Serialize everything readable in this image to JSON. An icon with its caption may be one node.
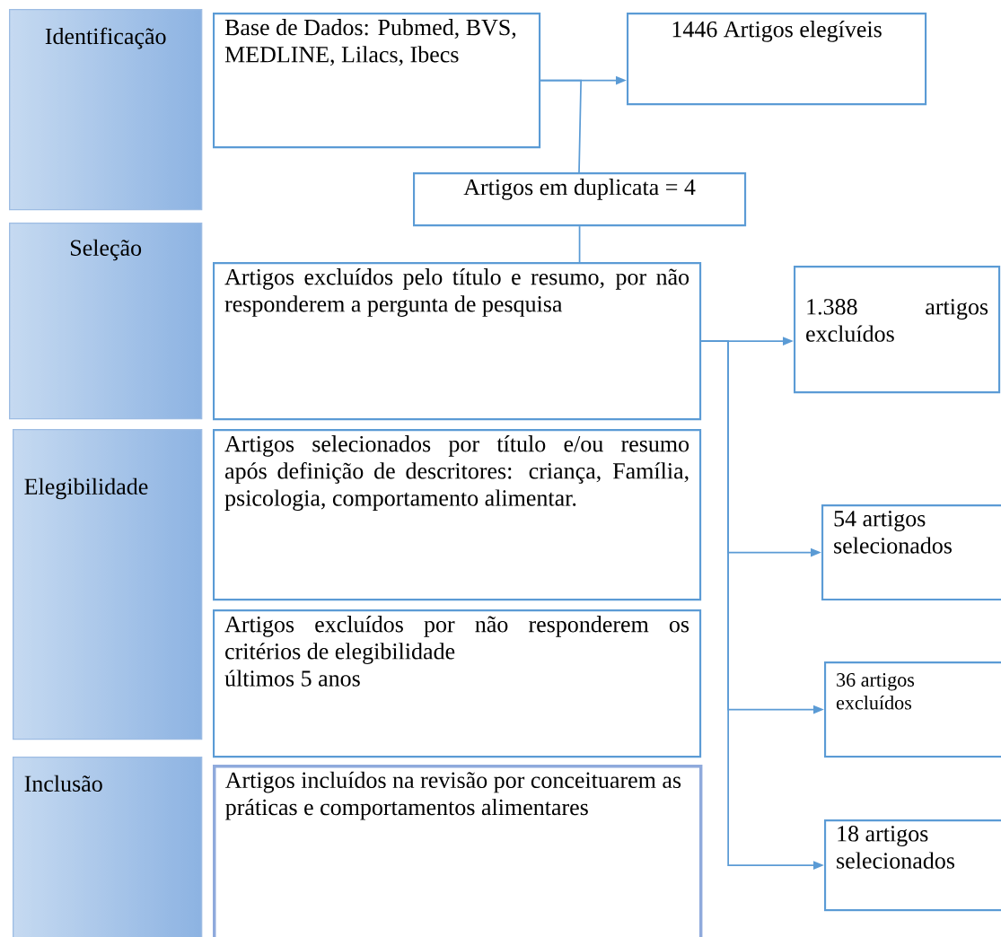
{
  "diagram": {
    "nodes": [
      {
        "text": [
          "Identificação"
        ]
      },
      {
        "text": [
          "Seleção"
        ]
      },
      {
        "text": [
          "Elegibilidade"
        ]
      },
      {
        "text": [
          "Inclusão"
        ]
      },
      {
        "text": [
          "Base de Dados: Pubmed, BVS, MEDLINE, Lilacs, Ibecs"
        ]
      },
      {
        "text": [
          "1446 Artigos elegíveis"
        ]
      },
      {
        "text": [
          "Artigos em duplicata = 4"
        ]
      },
      {
        "text": [
          "Artigos excluídos pelo título e resumo, por não responderem a pergunta de pesquisa"
        ]
      },
      {
        "text": [
          "1.388 artigos excluídos"
        ]
      },
      {
        "text": [
          "Artigos selecionados por título e/ou resumo após definição de descritores: criança, Família, psicologia, comportamento alimentar."
        ]
      },
      {
        "text": [
          "54 artigos selecionados"
        ]
      },
      {
        "text": [
          "Artigos excluídos por não responderem os critérios de elegibilidade",
          "últimos 5 anos"
        ]
      },
      {
        "text": [
          "36 artigos excluídos"
        ]
      },
      {
        "text": [
          "Artigos incluídos na revisão por conceituarem as práticas e comportamentos alimentares"
        ]
      },
      {
        "text": [
          "18 artigos selecionados"
        ]
      }
    ],
    "edges": [
      {
        "from": 4,
        "to": 5,
        "arrow": "to"
      },
      {
        "from": 4,
        "to": 6,
        "arrow": "none"
      },
      {
        "from": 6,
        "to": 7,
        "arrow": "none"
      },
      {
        "from": 7,
        "to": 8,
        "arrow": "to"
      },
      {
        "from": 7,
        "to": 10,
        "arrow": "to"
      },
      {
        "from": 7,
        "to": 12,
        "arrow": "to"
      },
      {
        "from": 7,
        "to": 14,
        "arrow": "to"
      }
    ]
  }
}
